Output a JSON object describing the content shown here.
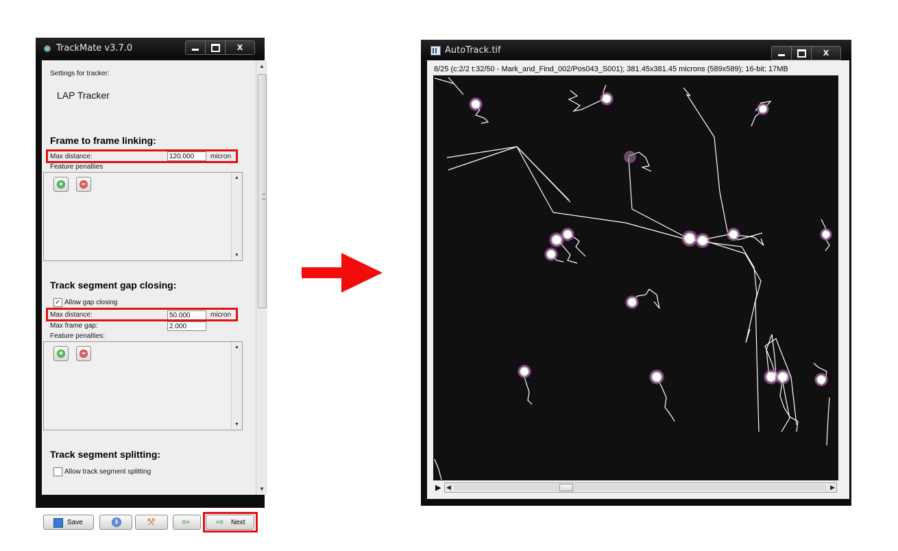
{
  "trackmate": {
    "title": "TrackMate v3.7.0",
    "settings_label": "Settings for tracker:",
    "tracker_name": "LAP Tracker",
    "frame_linking": {
      "heading": "Frame to frame linking:",
      "max_distance_label": "Max distance:",
      "max_distance_value": "120.000",
      "unit": "micron",
      "feature_penalties_label": "Feature penalties"
    },
    "gap_closing": {
      "heading": "Track segment gap closing:",
      "allow_label": "Allow gap closing",
      "allow_checked": true,
      "max_distance_label": "Max distance:",
      "max_distance_value": "50.000",
      "unit": "micron",
      "max_frame_gap_label": "Max frame gap:",
      "max_frame_gap_value": "2.000",
      "feature_penalties_label": "Feature penalties:"
    },
    "splitting": {
      "heading": "Track segment splitting:",
      "allow_label": "Allow track segment splitting",
      "allow_checked": false
    },
    "buttons": {
      "save": "Save",
      "next": "Next"
    }
  },
  "imagej": {
    "title": "AutoTrack.tif",
    "info": "8/25 (c:2/2 t:32/50 - Mark_and_Find_002/Pos043_S001); 381.45x381.45 microns (589x589); 16-bit; 17MB"
  },
  "icons": {
    "app": "trackmate-icon",
    "add": "add-icon",
    "remove": "remove-icon",
    "info": "info-icon",
    "tools": "wrench-icon",
    "back": "back-arrow-icon",
    "next": "next-arrow-icon",
    "transition": "right-arrow-icon",
    "play": "play-icon"
  },
  "colors": {
    "highlight": "#e01010",
    "arrow": "#f20d0d",
    "spot_outline": "#b03cb0",
    "track": "#ffffff"
  }
}
